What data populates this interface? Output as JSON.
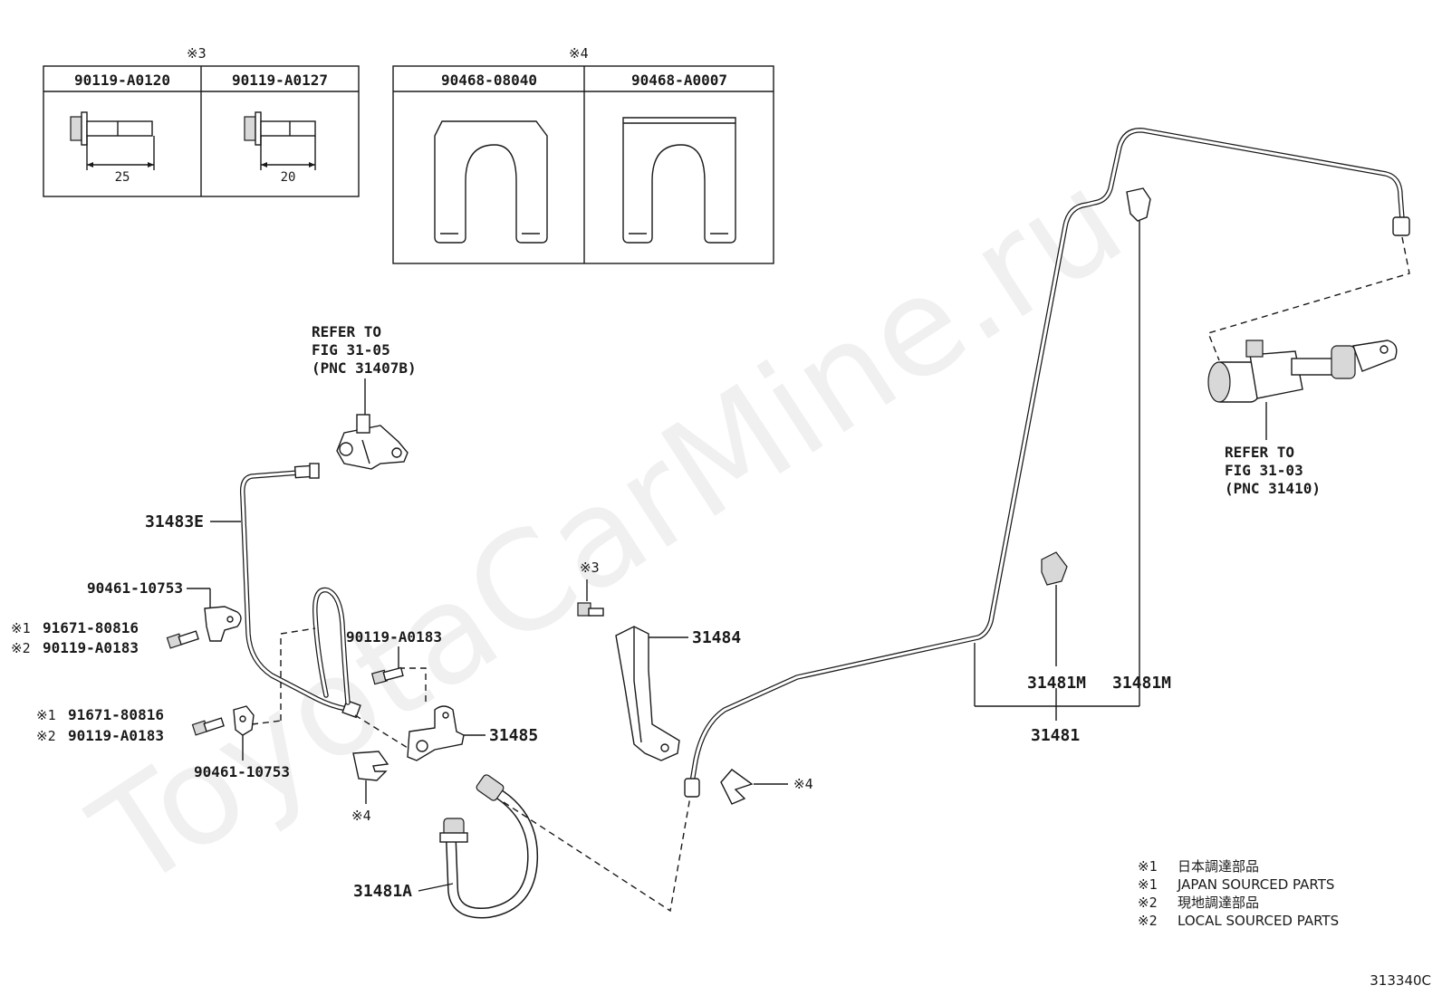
{
  "watermark": "ToyotaCarMine.ru",
  "diagram_code": "313340C",
  "table_bolts": {
    "note": "※3",
    "parts": [
      {
        "number": "90119-A0120",
        "dimension": "25"
      },
      {
        "number": "90119-A0127",
        "dimension": "20"
      }
    ]
  },
  "table_clips": {
    "note": "※4",
    "parts": [
      {
        "number": "90468-08040"
      },
      {
        "number": "90468-A0007"
      }
    ]
  },
  "refer_upper": {
    "line1": "REFER TO",
    "line2": "FIG 31-05",
    "line3": "(PNC 31407B)"
  },
  "refer_right": {
    "line1": "REFER TO",
    "line2": "FIG 31-03",
    "line3": "(PNC 31410)"
  },
  "labels": {
    "tube_e": "31483E",
    "clamp_top": "90461-10753",
    "bolt_top_j_mark": "※1",
    "bolt_top_j": "91671-80816",
    "bolt_top_l_mark": "※2",
    "bolt_top_l": "90119-A0183",
    "bolt_center": "90119-A0183",
    "bolt_low_j_mark": "※1",
    "bolt_low_j": "91671-80816",
    "bolt_low_l_mark": "※2",
    "bolt_low_l": "90119-A0183",
    "clamp_low": "90461-10753",
    "bracket_31485": "31485",
    "clip_left_mark": "※4",
    "hose": "31481A",
    "bolt_mid_mark": "※3",
    "bracket_31484": "31484",
    "clip_right_mark": "※4",
    "tube_m_left": "31481M",
    "tube_m_right": "31481M",
    "tube_assy": "31481"
  },
  "legend": [
    {
      "mark": "※1",
      "text": "日本調達部品"
    },
    {
      "mark": "※1",
      "text": "JAPAN SOURCED PARTS"
    },
    {
      "mark": "※2",
      "text": "現地調達部品"
    },
    {
      "mark": "※2",
      "text": "LOCAL SOURCED PARTS"
    }
  ]
}
